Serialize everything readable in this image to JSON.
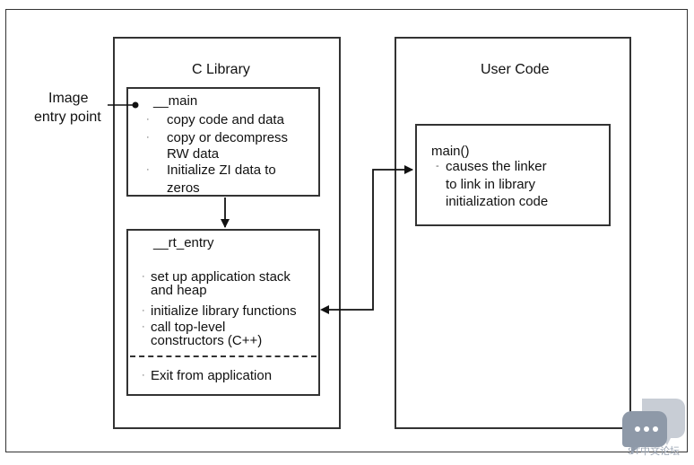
{
  "c_library": {
    "title": "C Library",
    "main_box": {
      "title": "__main",
      "items": [
        "copy code and data",
        "copy or decompress",
        "RW data",
        "Initialize ZI data to",
        "zeros"
      ]
    },
    "rt_entry_box": {
      "title": "__rt_entry",
      "items": [
        "set up application stack",
        "and heap",
        "initialize library functions",
        "call top-level",
        "constructors (C++)"
      ],
      "exit_item": "Exit from application"
    }
  },
  "user_code": {
    "title": "User Code",
    "main_box": {
      "title": "main()",
      "items": [
        "causes the linker",
        "to link in library",
        "initialization code"
      ]
    }
  },
  "image_entry": {
    "line1": "Image",
    "line2": "entry point"
  },
  "bullet": "·",
  "dash_bullet": "-",
  "watermark": {
    "text": "ST中文论坛",
    "icon": "chat-bubbles-icon"
  }
}
